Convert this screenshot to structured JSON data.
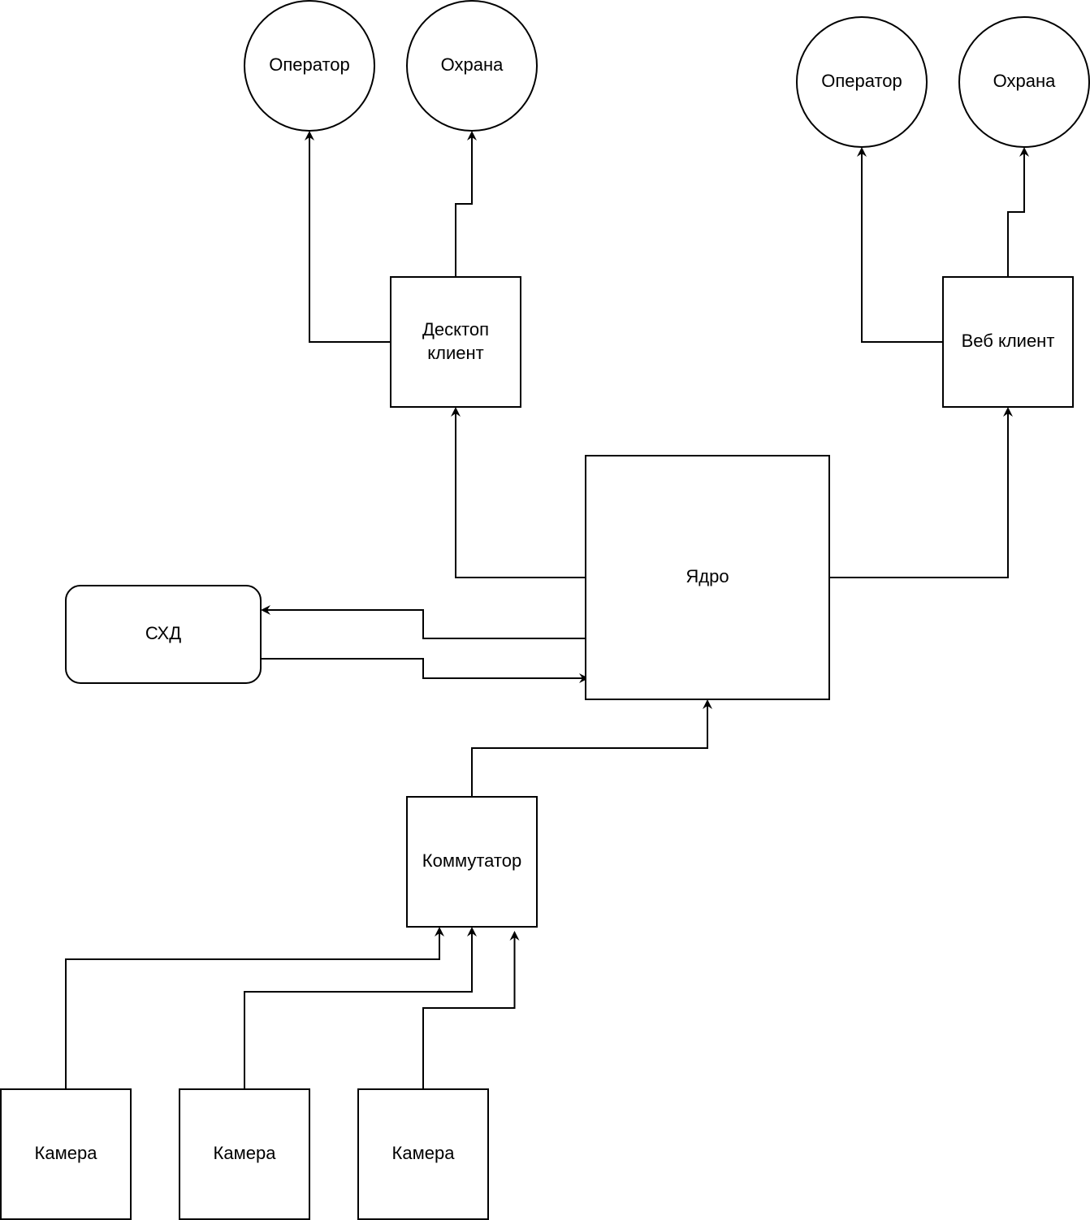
{
  "diagram": {
    "title": "",
    "colors": {
      "stroke": "#000000",
      "fill": "#ffffff",
      "text": "#000000"
    },
    "nodes": {
      "operator_left": {
        "label": "Оператор",
        "shape": "circle"
      },
      "guard_left": {
        "label": "Охрана",
        "shape": "circle"
      },
      "operator_right": {
        "label": "Оператор",
        "shape": "circle"
      },
      "guard_right": {
        "label": "Охрана",
        "shape": "circle"
      },
      "desktop_client": {
        "label_lines": [
          "Десктоп",
          "клиент"
        ],
        "shape": "rect"
      },
      "web_client": {
        "label": "Веб клиент",
        "shape": "rect"
      },
      "core": {
        "label": "Ядро",
        "shape": "rect"
      },
      "storage": {
        "label": "СХД",
        "shape": "rounded-rect"
      },
      "switch": {
        "label": "Коммутатор",
        "shape": "rect"
      },
      "camera_1": {
        "label": "Камера",
        "shape": "rect"
      },
      "camera_2": {
        "label": "Камера",
        "shape": "rect"
      },
      "camera_3": {
        "label": "Камера",
        "shape": "rect"
      }
    },
    "edges": [
      {
        "from": "desktop_client",
        "to": "operator_left"
      },
      {
        "from": "desktop_client",
        "to": "guard_left"
      },
      {
        "from": "web_client",
        "to": "operator_right"
      },
      {
        "from": "web_client",
        "to": "guard_right"
      },
      {
        "from": "core",
        "to": "desktop_client"
      },
      {
        "from": "core",
        "to": "web_client"
      },
      {
        "from": "core",
        "to": "storage"
      },
      {
        "from": "storage",
        "to": "core"
      },
      {
        "from": "switch",
        "to": "core"
      },
      {
        "from": "camera_1",
        "to": "switch"
      },
      {
        "from": "camera_2",
        "to": "switch"
      },
      {
        "from": "camera_3",
        "to": "switch"
      }
    ]
  }
}
